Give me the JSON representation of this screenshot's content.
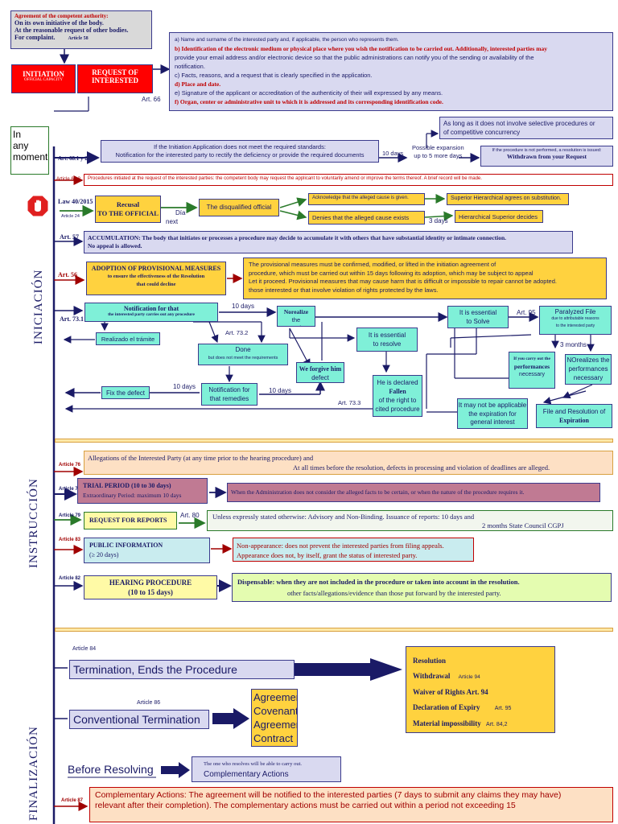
{
  "top": {
    "agreement_label": "Agreement of the competent authority:",
    "own_initiative": "On its own initiative of the body.",
    "reasonable_request": "At the reasonable request of other bodies.",
    "for_complaint": "For complaint.",
    "art58": "Article 58",
    "initiation": "INITIATION",
    "official_capacity": "OFFICIAL CAPACITY",
    "request_of": "REQUEST OF",
    "interested": "INTERESTED",
    "art66": "Art. 66",
    "req_a": "a) Name and surname of the interested party and, if applicable, the person who represents them.",
    "req_b": "b) Identification of the electronic medium or physical place where you wish the notification to be carried out. Additionally, interested parties may",
    "req_b2": "provide your email address and/or electronic device so that the public administrations can notify you of the sending or availability of the",
    "req_b3": "notification.",
    "req_c": "c) Facts, reasons, and a request that is clearly specified in the application.",
    "req_d": "d) Place and date.",
    "req_e": "e) Signature of the applicant or accreditation of the authenticity of their will expressed by any means.",
    "req_f": "f) Organ, center or administrative unit to which it is addressed and its corresponding identification code."
  },
  "iniciacion": {
    "section_label": "INICIACIÓN",
    "in_any_moment": [
      "In",
      "any",
      "moment"
    ],
    "art68": "Art. 68.1 y 2",
    "standards_1": "If the Initiation Application does not meet the required standards:",
    "standards_2": "Notification for the interested party to rectify the deficiency or provide the required documents",
    "ten_days": "10 days",
    "possible_expansion": "Possible expansion",
    "up_to_5": "up to 5 more days",
    "selective_1": "As long as it does not involve selective procedures or",
    "selective_2": "of competitive concurrency",
    "not_performed": "If the procedure is not performed, a resolution is issued:",
    "withdrawn": "Withdrawn from your Request",
    "art683": "Article 68.3",
    "art683_text": "Procedures initiated at the request of the interested parties: the competent body may request the applicant to voluntarily amend or improve the terms thereof. A brief record will be made.",
    "law": "Law 40/2015",
    "art24": "Article 24",
    "recusal": "Recusal",
    "to_official": "TO THE OFFICIAL",
    "dia": "Día",
    "next": "next",
    "disqualified": "The disqualified official",
    "acknowledge": "Acknowledge that the alleged cause is given.",
    "denies": "Denies that the alleged cause exists",
    "three_days": "3 days",
    "superior_agrees": "Superior Hierarchical agrees on substitution.",
    "superior_decides": "Hierarchical Superior decides",
    "art57": "Art. 57",
    "accumulation": "ACCUMULATION: The body that initiates or processes a procedure may decide to accumulate it with others that have substantial identity or intimate connection.",
    "no_appeal": "No appeal is allowed.",
    "art56": "Art. 56",
    "adoption_1": "ADOPTION OF PROVISIONAL MEASURES",
    "adoption_2": "to ensure the effectiveness of the Resolution",
    "adoption_3": "that could decline",
    "provisional_1": "The provisional measures must be confirmed, modified, or lifted in the initiation agreement of",
    "provisional_2": "procedure, which must be carried out within 15 days following its adoption, which may be subject to appeal",
    "provisional_3": "Let it proceed. Provisional measures that may cause harm that is difficult or impossible to repair cannot be adopted.",
    "provisional_4": "those interested or that involve violation of rights protected by the laws.",
    "art731": "Art. 73.1",
    "notif_that": "Notification for that",
    "notif_that_sub": "the interested party carries out any procedure",
    "ten_days_b": "10 days",
    "norealize": "Norealize",
    "the_procedure": "the procedure",
    "essential_solve_1": "It is essential",
    "essential_solve_2": "to Solve",
    "art95": "Art. 95",
    "paralyzed": "Paralyzed File",
    "due_to": "due to attributable reasons",
    "to_interested": "to the interested party",
    "realizado": "Realizado el trámite",
    "art732": "Art. 73.2",
    "done": "Done",
    "done_sub": "but does not meet the requirements",
    "essential_resolve_1": "It is essential",
    "essential_resolve_2": "to resolve",
    "three_months": "3 months",
    "carry_out_1": "If you carry out the",
    "carry_out_2": "performances",
    "carry_out_3": "necessary",
    "norealizes_1": "NOrealizes the",
    "norealizes_2": "performances",
    "norealizes_3": "necessary",
    "forgive_1": "We forgive him",
    "forgive_2": "defect",
    "ten_days_c": "10 days",
    "ten_days_d": "10 days",
    "fix_defect": "Fix the defect",
    "notif_remedies_1": "Notification for",
    "notif_remedies_2": "that remedies",
    "declared_1": "He is declared",
    "declared_2": "Fallen",
    "declared_3": "of the right to",
    "declared_4": "cited procedure",
    "art733": "Art. 73.3",
    "not_applicable_1": "It may not be applicable",
    "not_applicable_2": "the expiration for",
    "not_applicable_3": "general interest",
    "file_res_1": "File and Resolution of",
    "file_res_2": "Expiration"
  },
  "instruccion": {
    "section_label": "INSTRUCCIÓN",
    "art76": "Article 76",
    "allegations_1": "Allegations of the Interested Party (at any time prior to the hearing procedure) and",
    "allegations_2": "At all times before the resolution, defects in processing and violation of deadlines are alleged.",
    "art77": "Article 77",
    "trial_1": "TRIAL PERIOD (10 to 30 days)",
    "trial_2": "Extraordinary Period: maximum 10 days",
    "trial_right": "When the Administration does not consider the alleged facts to be certain, or when the nature of the procedure requires it.",
    "art79": "Article 79",
    "reports": "REQUEST FOR REPORTS",
    "art80": "Art. 80",
    "reports_right_1": "Unless expressly stated otherwise: Advisory and Non-Binding. Issuance of reports: 10 days and",
    "reports_right_2": "2  months  State  Council  CGPJ",
    "art83": "Article 83",
    "public_1": "PUBLIC INFORMATION",
    "public_2": "(≥ 20 days)",
    "public_right_1": "Non-appearance: does not prevent the interested parties from filing appeals.",
    "public_right_2": "Appearance does not, by itself, grant the status of interested party.",
    "art82": "Article 82",
    "hearing_1": "HEARING PROCEDURE",
    "hearing_2": "(10 to 15 days)",
    "dispensable_1": "Dispensable: when they are not included in the procedure or taken into account in the resolution.",
    "dispensable_2": "other facts/allegations/evidence than those put forward by the interested party."
  },
  "finalizacion": {
    "section_label": "FINALIZACIÓN",
    "art84": "Article 84",
    "termination": "Termination, Ends the Procedure",
    "resolution": "Resolution",
    "withdrawal": "Withdrawal",
    "art94a": "Article 94",
    "waiver": "Waiver of Rights Art. 94",
    "expiry": "Declaration of Expiry",
    "art95b": "Art. 95",
    "impossibility": "Material impossibility",
    "art842": "Art. 84,2",
    "art86": "Article 86",
    "conventional": "Conventional Termination",
    "agreement_list": [
      "Agreement",
      "Covenant",
      "Agreement",
      "Contract"
    ],
    "before_resolving": "Before Resolving",
    "resolves_1": "The one who resolves will be able to carry out.",
    "resolves_2": "Complementary Actions",
    "art87": "Article 87",
    "complementary_1": "Complementary Actions: The agreement will be notified to the interested parties (7 days to submit any claims they may have)",
    "complementary_2": "relevant after their completion). The complementary actions must be carried out within a period not exceeding 15"
  }
}
